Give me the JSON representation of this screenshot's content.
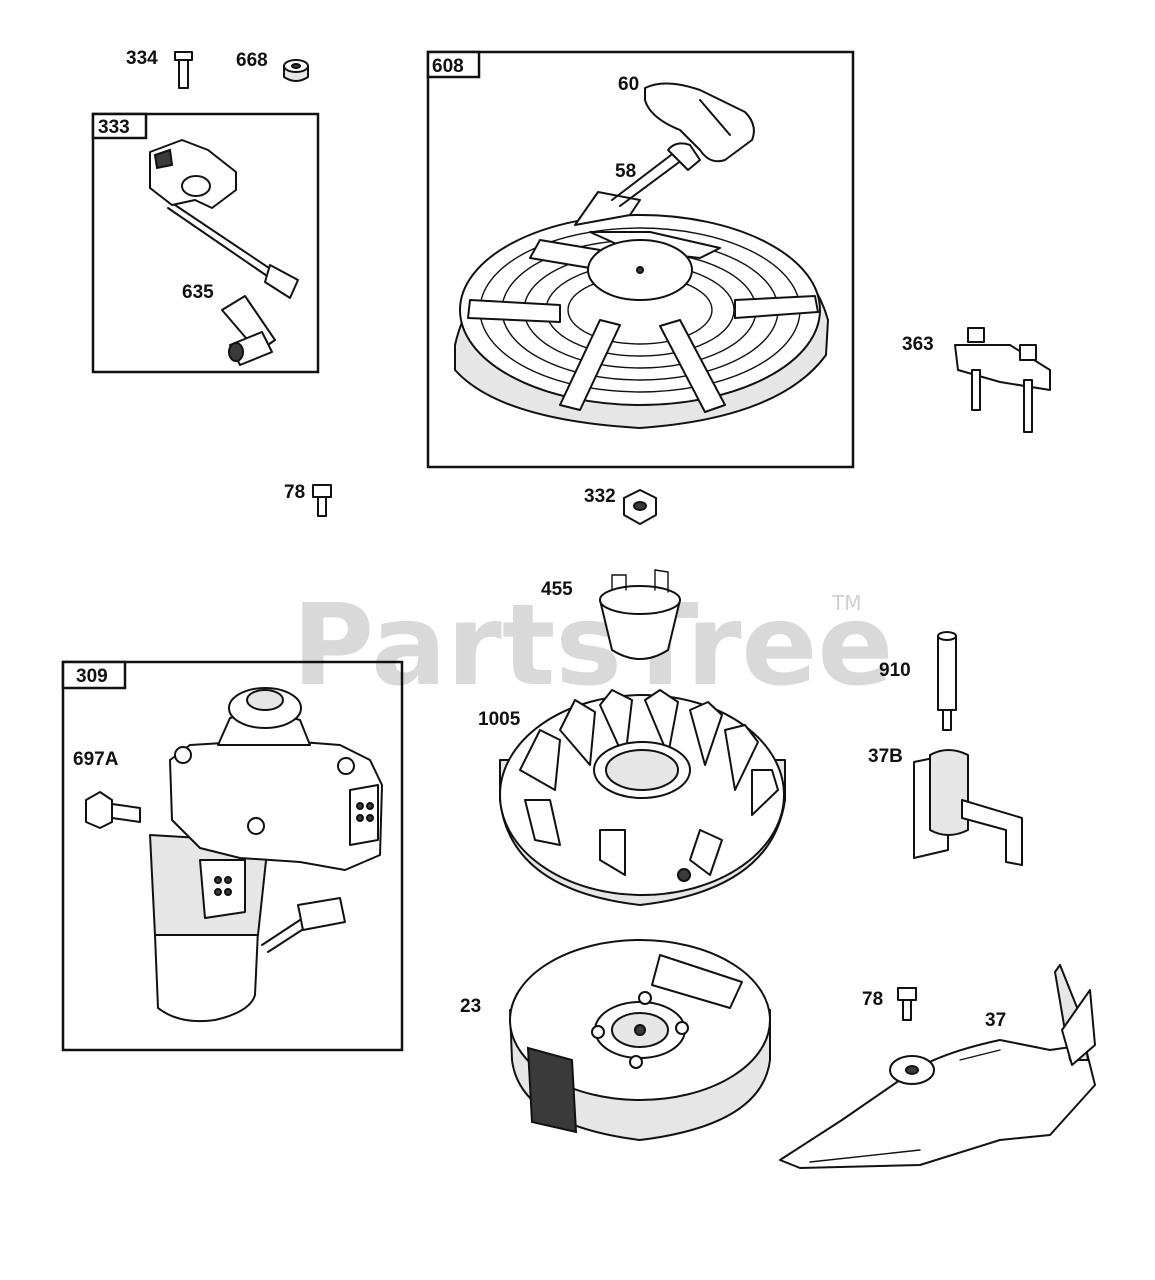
{
  "watermark": {
    "text": "PartsTree",
    "trademark": "TM"
  },
  "groups": [
    {
      "id": "608",
      "label": "608"
    },
    {
      "id": "333",
      "label": "333"
    },
    {
      "id": "309",
      "label": "309"
    }
  ],
  "callouts": [
    {
      "id": "334",
      "label": "334"
    },
    {
      "id": "668",
      "label": "668"
    },
    {
      "id": "635",
      "label": "635"
    },
    {
      "id": "60",
      "label": "60"
    },
    {
      "id": "58",
      "label": "58"
    },
    {
      "id": "363",
      "label": "363"
    },
    {
      "id": "78a",
      "label": "78"
    },
    {
      "id": "332",
      "label": "332"
    },
    {
      "id": "455",
      "label": "455"
    },
    {
      "id": "910",
      "label": "910"
    },
    {
      "id": "1005",
      "label": "1005"
    },
    {
      "id": "697A",
      "label": "697A"
    },
    {
      "id": "37B",
      "label": "37B"
    },
    {
      "id": "23",
      "label": "23"
    },
    {
      "id": "78b",
      "label": "78"
    },
    {
      "id": "37",
      "label": "37"
    }
  ]
}
